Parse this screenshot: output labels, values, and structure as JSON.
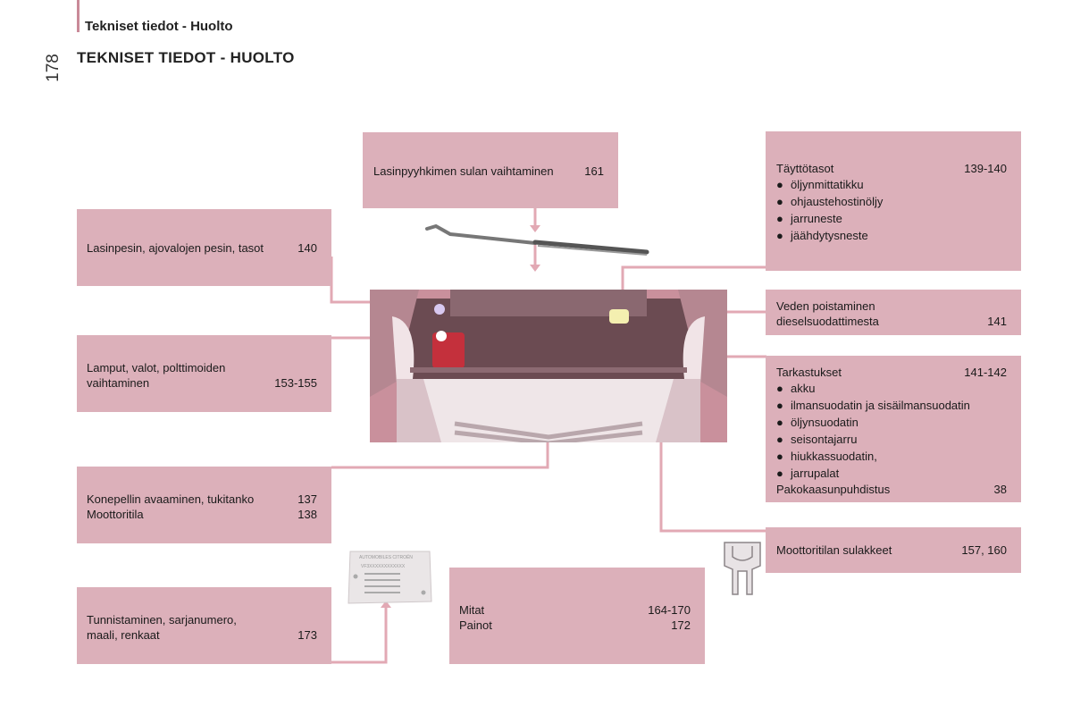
{
  "header": {
    "section": "Tekniset tiedot - Huolto",
    "page_number": "178"
  },
  "title": "TEKNISET TIEDOT - HUOLTO",
  "boxes": {
    "wiper_blade": {
      "label": "Lasinpyyhkimen sulan vaihtaminen",
      "ref": "161"
    },
    "washer": {
      "label": "Lasinpesin, ajovalojen pesin, tasot",
      "ref": "140"
    },
    "lamps": {
      "line1": "Lamput, valot, polttimoiden",
      "line2": "vaihtaminen",
      "ref": "153-155"
    },
    "bonnet": {
      "line1": "Konepellin avaaminen, tukitanko",
      "ref1": "137",
      "line2": "Moottoritila",
      "ref2": "138"
    },
    "identification": {
      "line1": "Tunnistaminen, sarjanumero,",
      "line2": "maali, renkaat",
      "ref": "173"
    },
    "dimensions": {
      "line1": "Mitat",
      "ref1": "164-170",
      "line2": "Painot",
      "ref2": "172"
    },
    "levels": {
      "label": "Täyttötasot",
      "ref": "139-140",
      "items": [
        "öljynmittatikku",
        "ohjaustehostinöljy",
        "jarruneste",
        "jäähdytysneste"
      ]
    },
    "water_drain": {
      "line1": "Veden poistaminen",
      "line2": "dieselsuodattimesta",
      "ref": "141"
    },
    "checks": {
      "label": "Tarkastukset",
      "ref": "141-142",
      "items": [
        "akku",
        "ilmansuodatin ja sisäilmansuodatin",
        "öljynsuodatin",
        "seisontajarru",
        "hiukkassuodatin,",
        "jarrupalat"
      ],
      "extra_label": "Pakokaasunpuhdistus",
      "extra_ref": "38"
    },
    "fuses": {
      "label": "Moottoritilan sulakkeet",
      "ref": "157, 160"
    }
  },
  "vin_plate": {
    "brand": "AUTOMOBILES CITROËN",
    "vin": "VF3XXXXXXXXXXXX"
  },
  "colors": {
    "box_fill": "#dcb0ba",
    "leader_line": "#e2a9b4",
    "header_accent": "#c98a98"
  }
}
